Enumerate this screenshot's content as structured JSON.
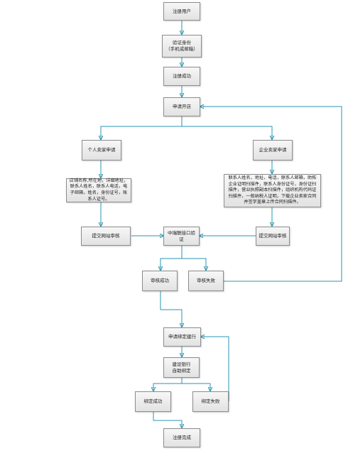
{
  "nodes": {
    "register_user": "注册用户",
    "verify_identity": "验证身份\n（手机或邮箱）",
    "register_success": "注册成功",
    "apply_store": "申请开店",
    "personal_seller": "个人卖家申请",
    "enterprise_seller": "企业卖家申请",
    "personal_info": "店铺名称,所在地，详细地址，联系人姓名，联系人电话，电子邮箱，姓名，身份证号，账系人证号。",
    "enterprise_info": "联系人姓名，地址，电话，联系人邮箱，助拓企业证明扫描件，联系人身份证号，身份证扫描件，营业执照副本扫描件，组织机构代码证扫描件，一般纳税人证明，下载企业卖家合同并签字盖章上传合同扫描件。",
    "submit_review_left": "提交网站审核",
    "cfca_verify": "中瑞联接口验证",
    "submit_review_right": "提交网站审核",
    "review_success": "审核成功",
    "review_fail": "审核失败",
    "apply_bind_bank": "申请绑定建行",
    "ccb_auto_bind": "建设银行\n自助绑定",
    "bind_success": "绑定成功",
    "bind_fail": "绑定失败",
    "register_complete": "注册完成"
  },
  "colors": {
    "edge": "#2a96b4",
    "node_border": "#8c8c8c",
    "node_fill_top": "#f7f7f7",
    "node_fill_bottom": "#e2e2e2"
  }
}
